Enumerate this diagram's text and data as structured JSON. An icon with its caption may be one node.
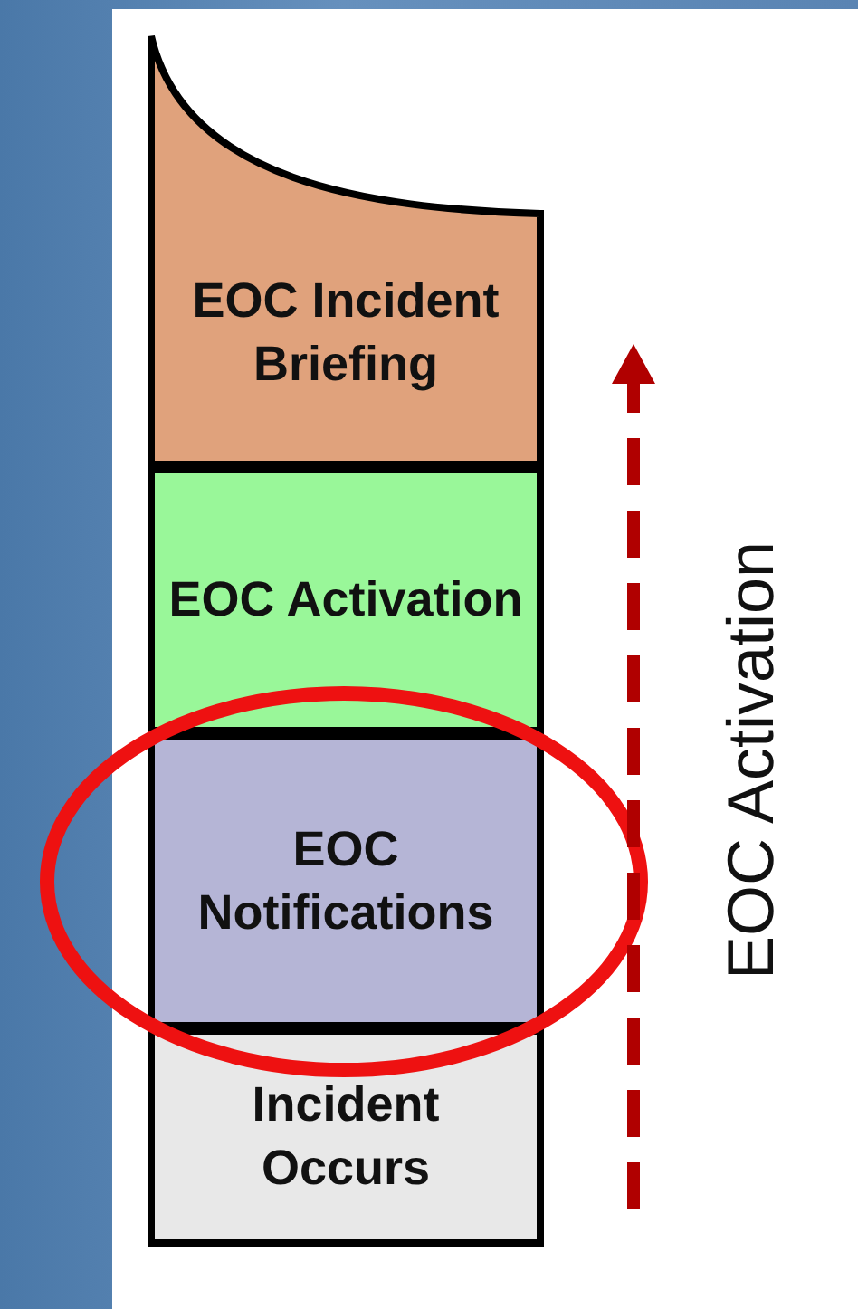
{
  "diagram": {
    "nodes": [
      {
        "text": [
          "EOC Incident Briefing"
        ]
      },
      {
        "text": [
          "EOC Activation"
        ]
      },
      {
        "text": [
          "EOC Notifications"
        ]
      },
      {
        "text": [
          "Incident Occurs"
        ]
      }
    ],
    "labels": [
      "EOC Activation"
    ]
  }
}
